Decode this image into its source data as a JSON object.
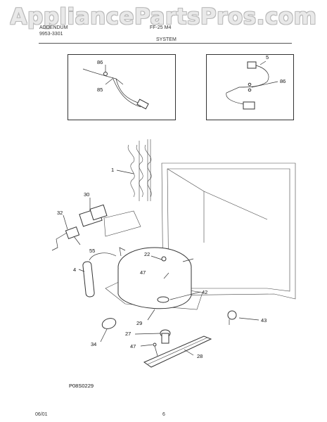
{
  "watermark": "AppliancePartsPros.com",
  "header": {
    "left_line1": "ADDENDUM",
    "left_line2": "9953-3301",
    "model": "FF-25 M4",
    "section": "SYSTEM"
  },
  "callouts": {
    "c86a": "86",
    "c85": "85",
    "c5": "5",
    "c86b": "86",
    "c1": "1",
    "c30": "30",
    "c32": "32",
    "c55": "55",
    "c4": "4",
    "c22": "22",
    "c47a": "47",
    "c42": "42",
    "c29": "29",
    "c43": "43",
    "c34": "34",
    "c27": "27",
    "c47b": "47",
    "c28": "28"
  },
  "drawing_code": "P08S0229",
  "footer": {
    "date": "06/01",
    "page": "6"
  }
}
